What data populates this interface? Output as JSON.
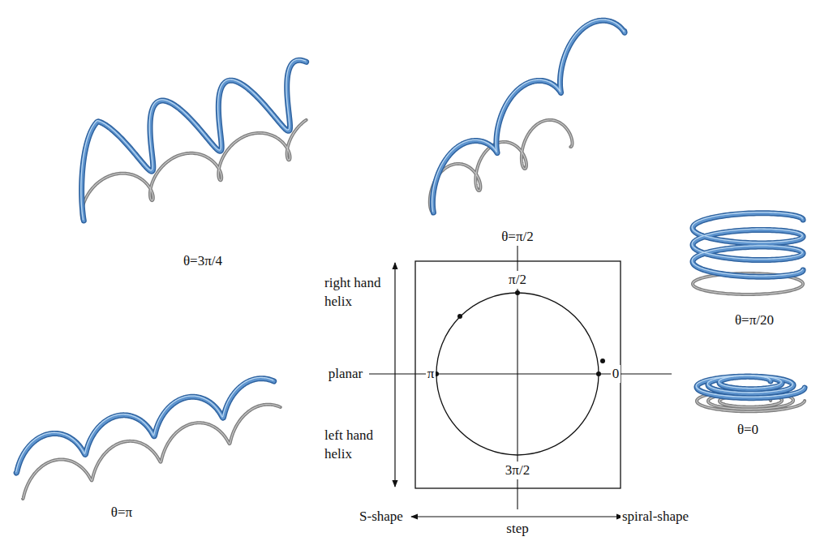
{
  "diagram": {
    "labels": [
      "θ=3π/4",
      "θ=π/2",
      "θ=π/20",
      "θ=0",
      "θ=π",
      "right hand helix",
      "planar",
      "left hand helix",
      "π/2",
      "π",
      "0",
      "3π/2",
      "S-shape",
      "step",
      "spiral-shape"
    ]
  }
}
